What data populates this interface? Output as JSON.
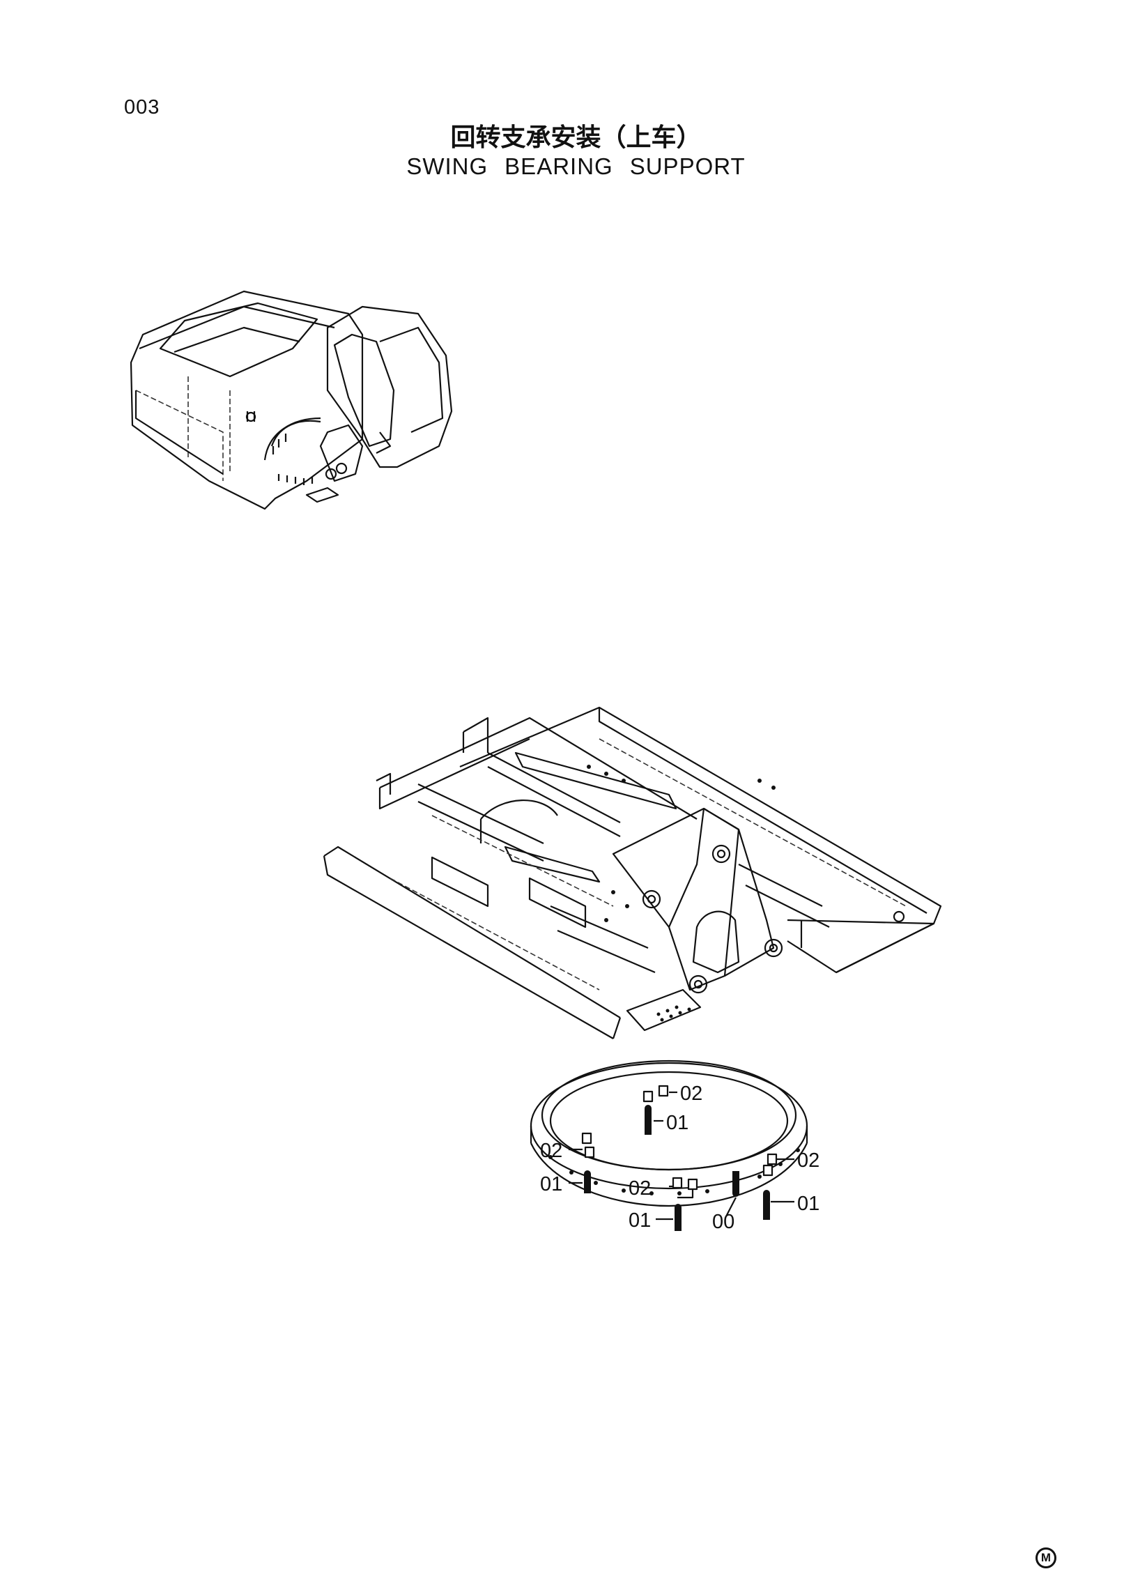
{
  "page": {
    "number": "003",
    "title_cn": "回转支承安装（上车）",
    "title_en_words": [
      "SWING",
      "BEARING",
      "SUPPORT"
    ],
    "mark": "M"
  },
  "diagram": {
    "icons": [
      "excavator-overview-icon",
      "upper-frame-icon",
      "swing-bearing-icon",
      "bolt-icon",
      "washer-icon"
    ],
    "callouts": [
      {
        "id": "c1",
        "label": "02"
      },
      {
        "id": "c2",
        "label": "01"
      },
      {
        "id": "c3",
        "label": "02"
      },
      {
        "id": "c4",
        "label": "01"
      },
      {
        "id": "c5",
        "label": "02"
      },
      {
        "id": "c6",
        "label": "01"
      },
      {
        "id": "c7",
        "label": "00"
      },
      {
        "id": "c8",
        "label": "02"
      },
      {
        "id": "c9",
        "label": "01"
      }
    ]
  }
}
